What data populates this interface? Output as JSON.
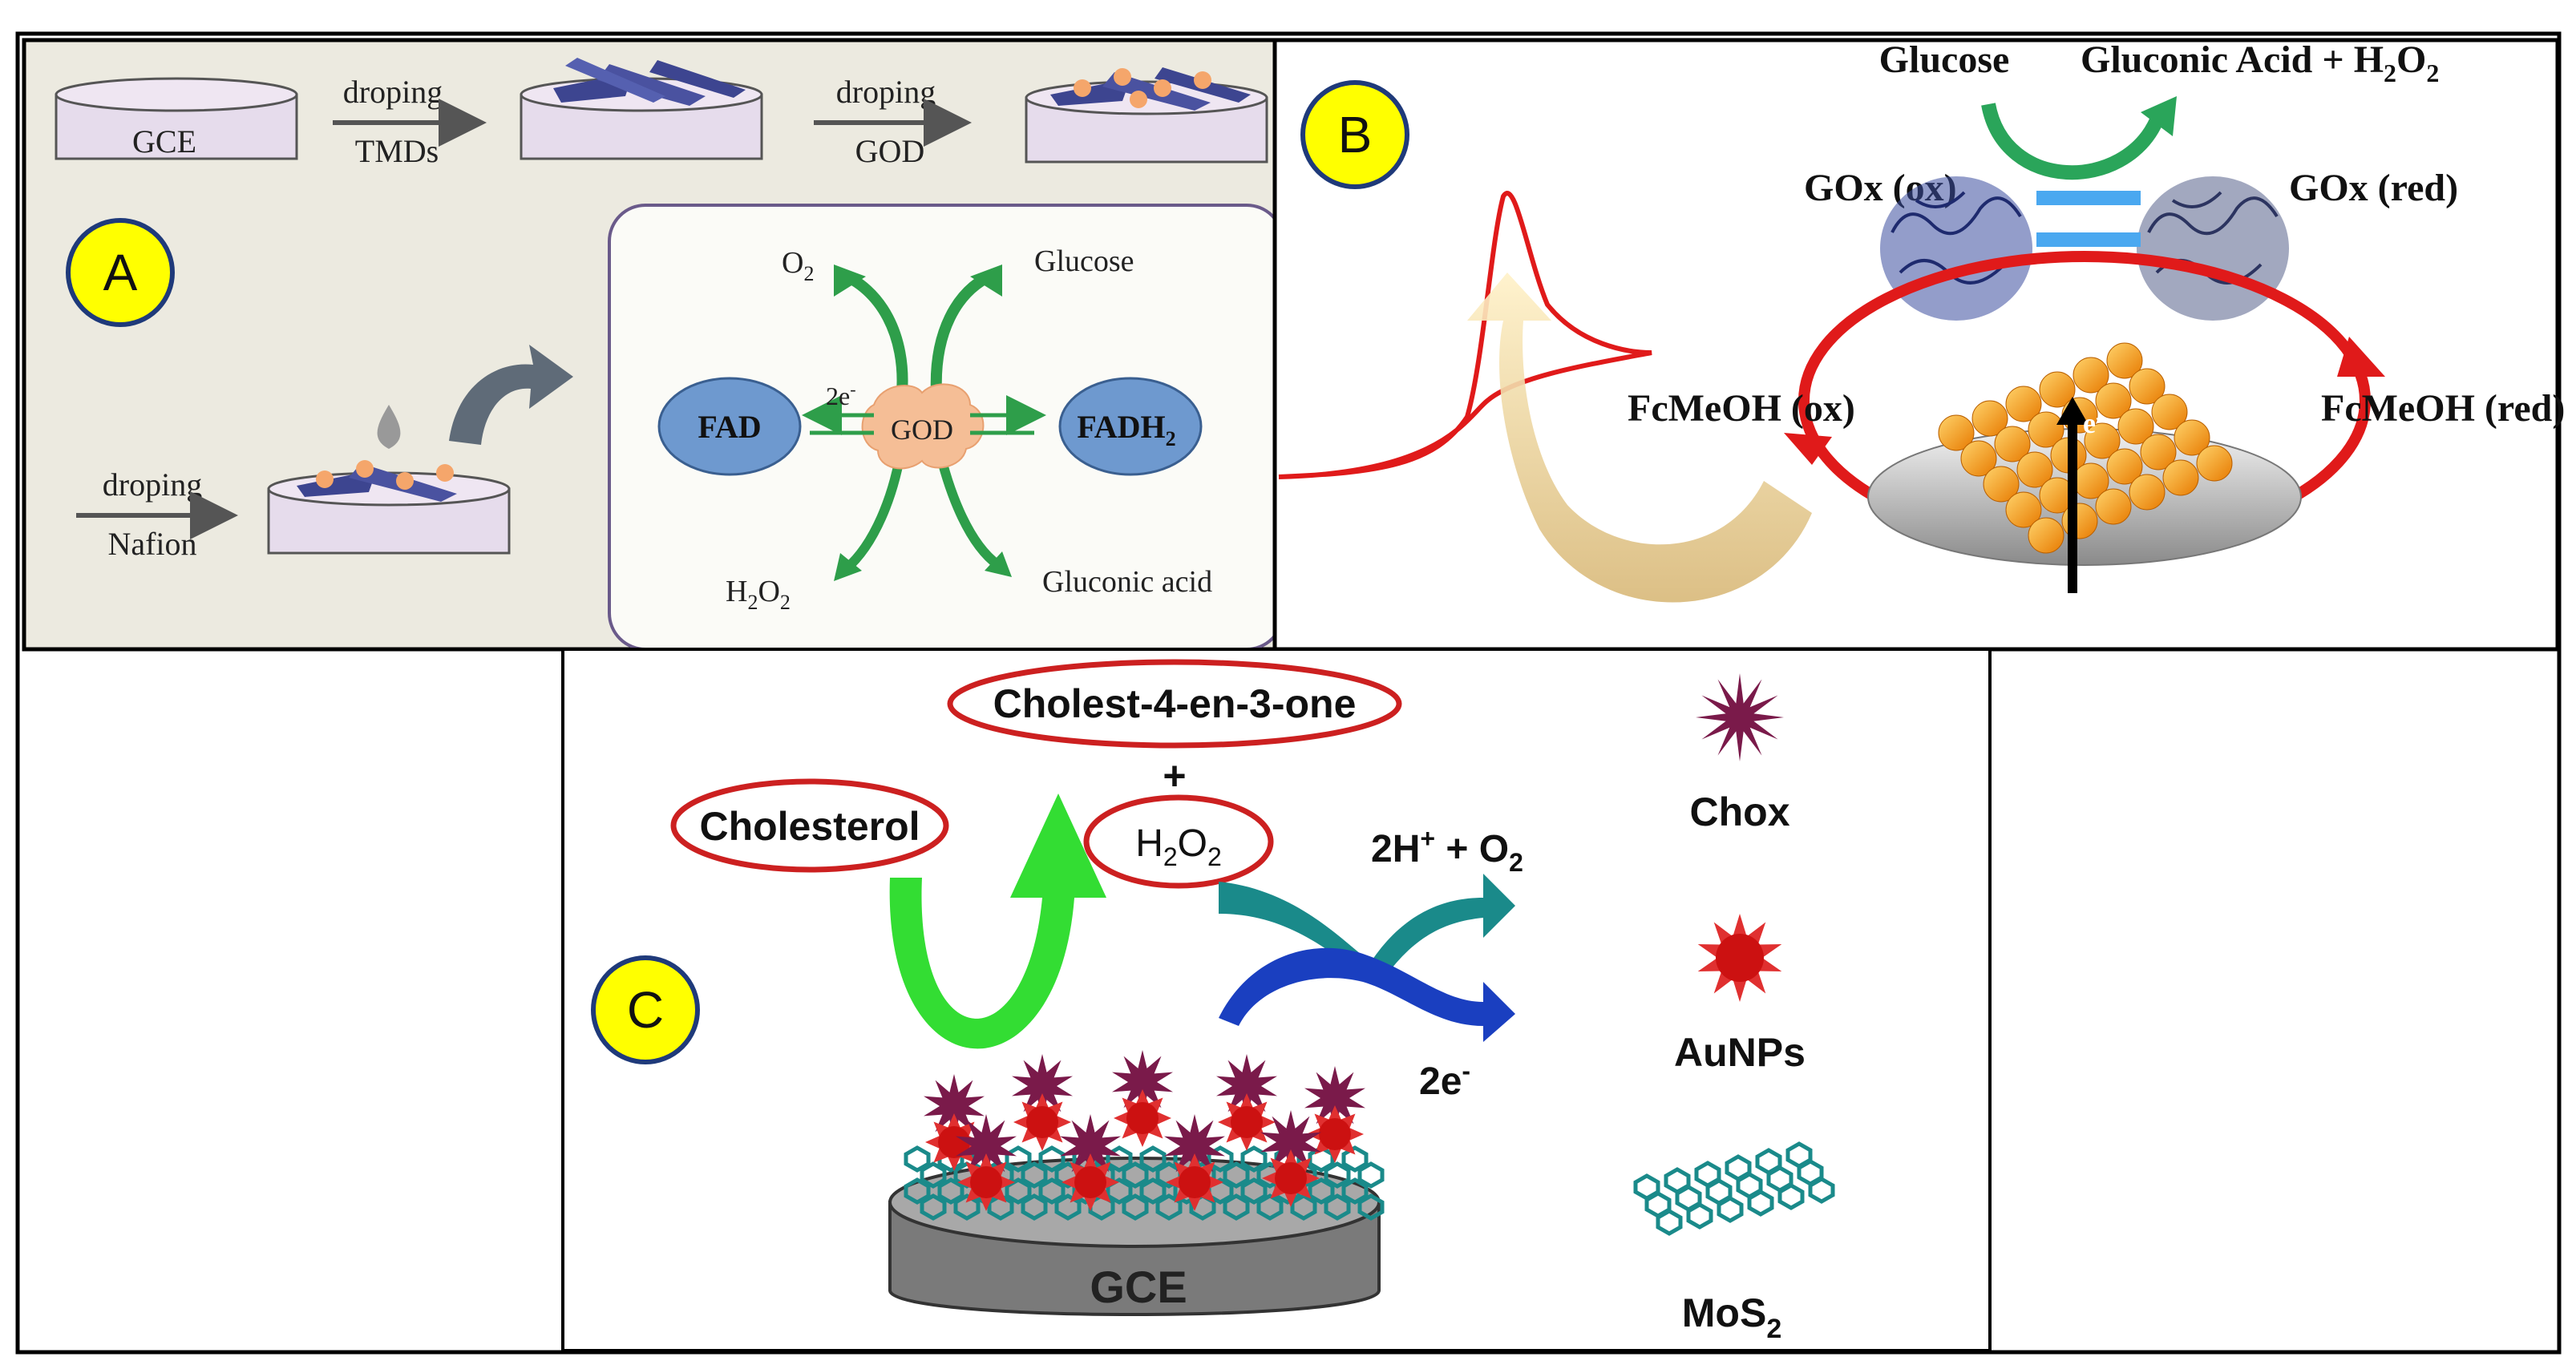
{
  "panel_a": {
    "badge": "A",
    "electrode_label": "GCE",
    "step1_top": "droping",
    "step1_bottom": "TMDs",
    "step2_top": "droping",
    "step2_bottom": "GOD",
    "step3_top": "droping",
    "step3_bottom": "Nafion",
    "o2": "O",
    "o2_sub": "2",
    "glucose": "Glucose",
    "fad": "FAD",
    "fadh2": "FADH",
    "fadh2_sub": "2",
    "two_e": "2e",
    "two_e_sup": "-",
    "god": "GOD",
    "h2o2_h": "H",
    "h2o2_2a": "2",
    "h2o2_o": "O",
    "h2o2_2b": "2",
    "gluconic_acid": "Gluconic acid"
  },
  "panel_b": {
    "badge": "B",
    "glucose": "Glucose",
    "gluconic": "Gluconic Acid + H",
    "gluconic_sub1": "2",
    "gluconic_o": "O",
    "gluconic_sub2": "2",
    "gox_ox": "GOx (ox)",
    "gox_red": "GOx (red)",
    "fcmeoh_ox": "FcMeOH (ox)",
    "fcmeoh_red": "FcMeOH (red)",
    "electron": "e",
    "electron_sup": "-"
  },
  "panel_c": {
    "badge": "C",
    "cholestenone": "Cholest-4-en-3-one",
    "cholesterol": "Cholesterol",
    "plus": "+",
    "h2o2_h": "H",
    "h2o2_2a": "2",
    "h2o2_o": "O",
    "h2o2_2b": "2",
    "products": "2H",
    "products_sup": "+",
    "products_mid": " + O",
    "products_sub": "2",
    "two_e": "2e",
    "two_e_sup": "-",
    "electrode": "GCE",
    "legend_chox": "Chox",
    "legend_aunps": "AuNPs",
    "legend_mos2": "MoS",
    "legend_mos2_sub": "2"
  },
  "colors": {
    "panel_a_bg": "#eceae0",
    "badge_fill": "#ffff00",
    "badge_stroke": "#1f3a7a",
    "green_arrow": "#2e9e4a",
    "fad_fill": "#6e99cf",
    "god_fill": "#f5be96",
    "red_ellipse": "#cc2020",
    "bright_green": "#33dd33",
    "teal": "#1a8a8a",
    "blue": "#1a3fc0",
    "chox": "#7a1a4a",
    "aunp": "#cc1111",
    "orange_np": "#f49a10"
  }
}
